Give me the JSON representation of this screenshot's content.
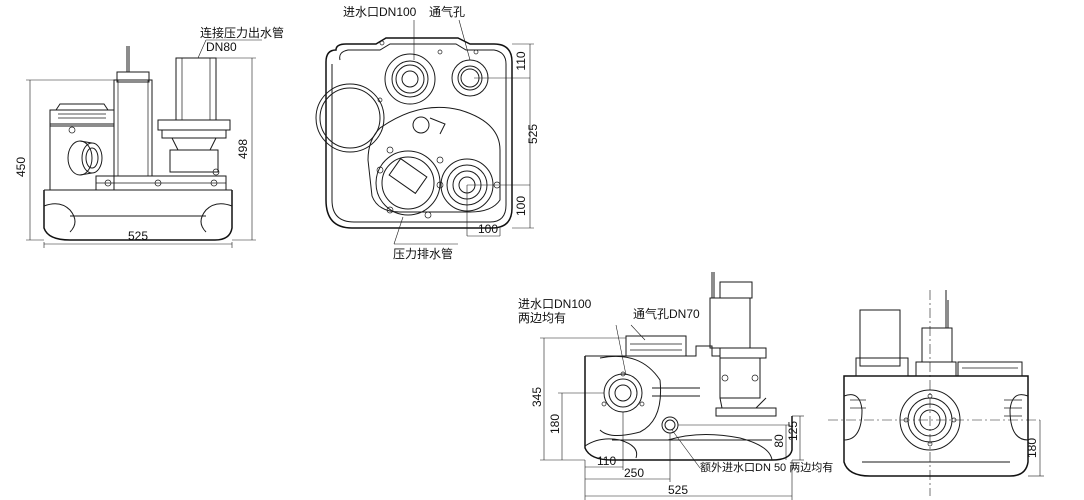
{
  "front_view": {
    "outlet_label_line1": "连接压力出水管",
    "outlet_label_line2": "DN80",
    "dim_height_total": "450",
    "dim_height_top": "498",
    "dim_width": "525"
  },
  "top_view": {
    "inlet_label": "进水口DN100",
    "vent_label": "通气孔",
    "dim_110": "110",
    "dim_525": "525",
    "dim_100_v": "100",
    "dim_100_h": "100",
    "discharge_label": "压力排水管"
  },
  "side_view": {
    "inlet_label_line1": "进水口DN100",
    "inlet_label_line2": "两边均有",
    "vent_label": "通气孔DN70",
    "dim_345": "345",
    "dim_180": "180",
    "dim_80": "80",
    "dim_125": "125",
    "dim_110": "110",
    "dim_250": "250",
    "dim_525": "525",
    "extra_inlet_label": "额外进水口DN 50 两边均有"
  },
  "rear_view": {
    "dim_180": "180"
  }
}
